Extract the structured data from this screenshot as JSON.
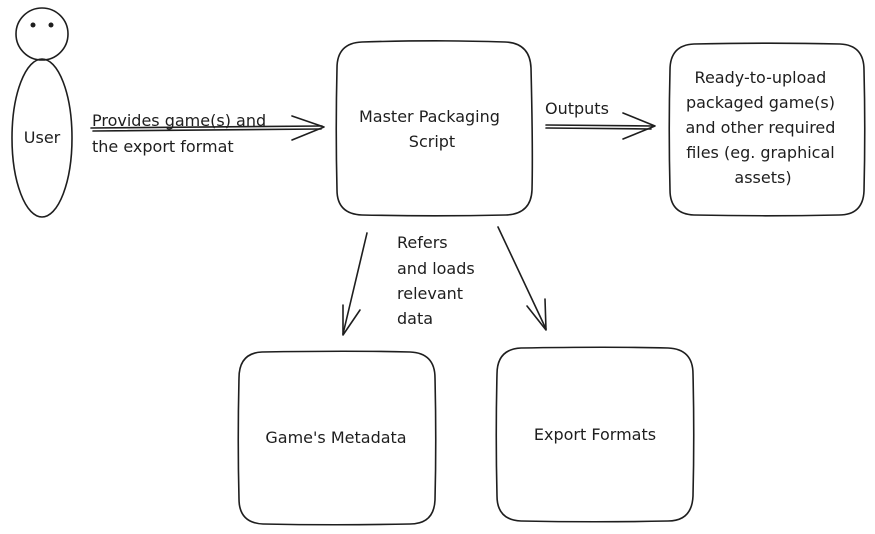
{
  "diagram": {
    "nodes": {
      "user": {
        "label": "User"
      },
      "packaging_script": {
        "lines": [
          "Master Packaging",
          "Script"
        ]
      },
      "output": {
        "lines": [
          "Ready-to-upload",
          "packaged game(s)",
          "and other required",
          "files (eg. graphical",
          "assets)"
        ]
      },
      "metadata": {
        "label": "Game's Metadata"
      },
      "export_formats": {
        "label": "Export Formats"
      }
    },
    "edges": {
      "provides": {
        "lines": [
          "Provides game(s) and",
          "the export format"
        ]
      },
      "outputs": {
        "label": "Outputs"
      },
      "refers": {
        "lines": [
          "Refers",
          "and loads",
          "relevant",
          "data"
        ]
      }
    }
  }
}
